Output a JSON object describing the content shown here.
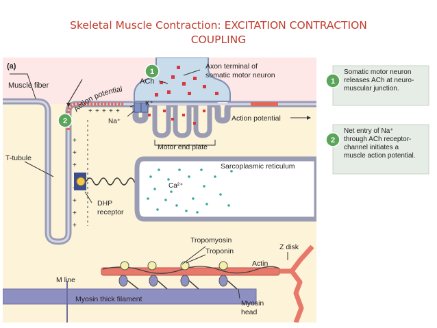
{
  "title_line1": "Skeletal Muscle Contraction: EXCITATION CONTRACTION",
  "title_line2": "COUPLING",
  "panel_label": "(a)",
  "labels": {
    "muscle_fiber": "Muscle fiber",
    "ach": "ACh",
    "axon_terminal_1": "Axon terminal of",
    "axon_terminal_2": "somatic motor neuron",
    "action_potential_curved": "Action potential",
    "k": "K⁺",
    "na": "Na⁺",
    "action_potential": "Action potential",
    "motor_end_plate": "Motor end plate",
    "t_tubule": "T-tubule",
    "sarcoplasmic_reticulum": "Sarcoplasmic reticulum",
    "ca": "Ca²⁺",
    "dhp_1": "DHP",
    "dhp_2": "receptor",
    "tropomyosin": "Tropomyosin",
    "troponin": "Troponin",
    "z_disk": "Z disk",
    "actin": "Actin",
    "m_line": "M line",
    "myosin_thick_filament": "Myosin thick filament",
    "myosin_head_1": "Myosin",
    "myosin_head_2": "head",
    "plus": "+"
  },
  "steps": [
    {
      "number": "1",
      "line1": "Somatic motor neuron",
      "line2": "releases ACh at neuro-",
      "line3": "muscular junction.",
      "line4": ""
    },
    {
      "number": "2",
      "line1": "Net entry of Na⁺",
      "line2": "through ACh receptor-",
      "line3": "channel initiates a",
      "line4": "muscle action potential."
    }
  ],
  "colors": {
    "title": "#c0392b",
    "panel_bg": "#fde7e7",
    "cytoplasm": "#fdf3d9",
    "membrane": "#9a9cb4",
    "neuron": "#c8dcec",
    "ach_dots": "#d9363e",
    "ca_dots": "#3aa6a0",
    "actin": "#e8786a",
    "myosin": "#8f90c2",
    "troponin": "#f4f0a8",
    "step_badge": "#5aa55a",
    "step_box": "#e6ece6"
  }
}
